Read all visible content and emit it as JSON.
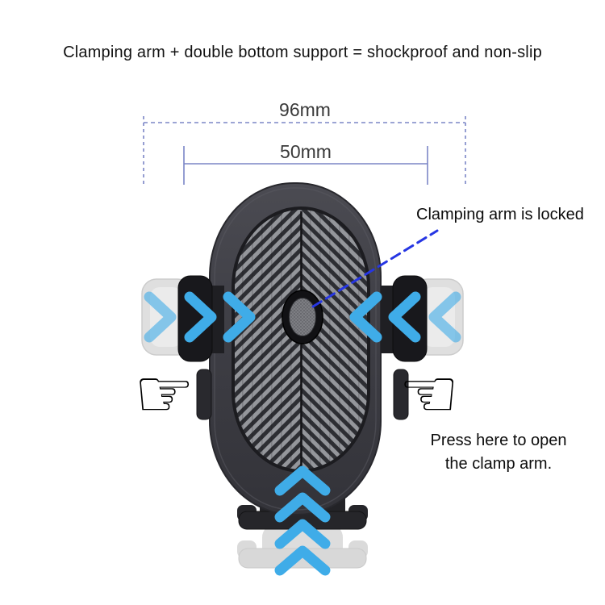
{
  "title": "Clamping arm + double bottom support = shockproof and non-slip",
  "dimensions": {
    "outer_width": "96mm",
    "inner_width": "50mm"
  },
  "annotations": {
    "locked_label": "Clamping arm is locked",
    "press_line1": "Press here to open",
    "press_line2": "the clamp arm."
  },
  "icons": {
    "hand_left_glyph": "☞",
    "hand_right_glyph": "☜"
  },
  "colors": {
    "chevron_blue": "#3FACE8",
    "callout_dashed_blue": "#2636E3",
    "dimension_line_blue": "#7B85C6",
    "body_dark_gray": "#3D3D44",
    "clamp_pad_black": "#18181C",
    "ghost_gray": "#C6C6C6",
    "text_black": "#121212",
    "background": "#FFFFFF"
  }
}
